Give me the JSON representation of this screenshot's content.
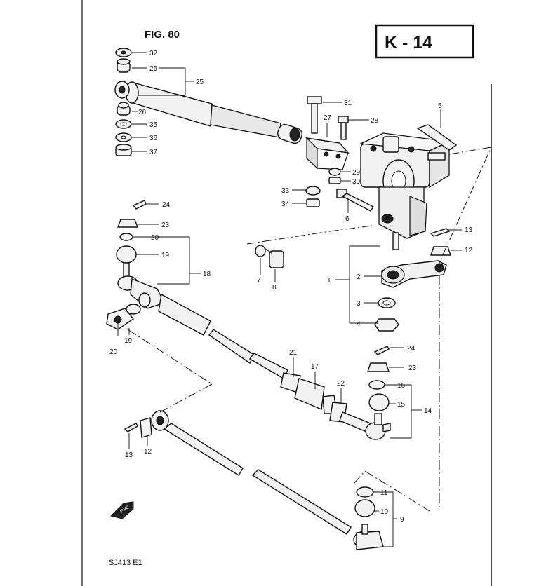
{
  "figure": {
    "title": "FIG. 80",
    "page_code": "K - 14",
    "footer": "SJ413 E1"
  },
  "callouts": {
    "c32": "32",
    "c26a": "26",
    "c25": "25",
    "c26b": "26",
    "c35": "35",
    "c36": "36",
    "c37": "37",
    "c31": "31",
    "c27": "27",
    "c28": "28",
    "c29": "29",
    "c30": "30",
    "c5": "5",
    "c33": "33",
    "c34": "34",
    "c6": "6",
    "c24a": "24",
    "c23a": "23",
    "c20a": "20",
    "c19a": "19",
    "c18": "18",
    "c13a": "13",
    "c12a": "12",
    "c7": "7",
    "c8": "8",
    "c1": "1",
    "c2": "2",
    "c3": "3",
    "c4": "4",
    "c20b": "20",
    "c19b": "19",
    "c21": "21",
    "c17": "17",
    "c22": "22",
    "c24b": "24",
    "c23b": "23",
    "c16": "16",
    "c15": "15",
    "c14": "14",
    "c13b": "13",
    "c12b": "12",
    "c11": "11",
    "c10": "10",
    "c9": "9"
  },
  "fwd_marker": "FWD"
}
